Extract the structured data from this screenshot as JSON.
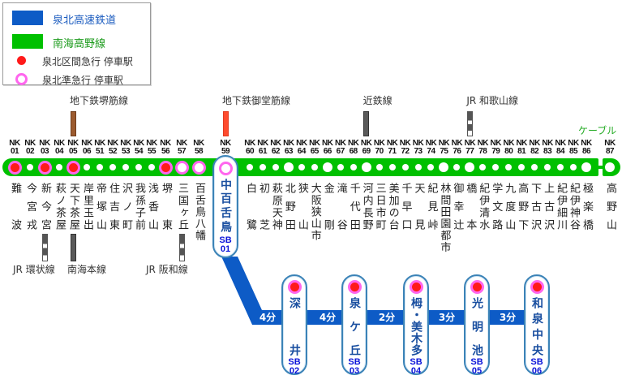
{
  "colors": {
    "semboku_blue": "#0d5bc6",
    "koya_green": "#00c000",
    "legend_blue_text": "#1a5bbf",
    "legend_green_text": "#1a9a1a",
    "cable_text": "#22aa22",
    "stop_red": "#ff1a1a",
    "stop_pink": "#ff66ee"
  },
  "legend": {
    "items": [
      {
        "label": "泉北高速鉄道",
        "icon": "blue-line-swatch"
      },
      {
        "label": "南海高野線",
        "icon": "green-line-swatch"
      },
      {
        "label": "泉北区間急行 停車駅",
        "icon": "red-dot"
      },
      {
        "label": "泉北準急行 停車駅",
        "icon": "pink-ring"
      }
    ]
  },
  "koya_line": {
    "cable_label": "ケーブル",
    "stations": [
      {
        "code_prefix": "NK",
        "code_num": "01",
        "name": "難波",
        "marker": "red-dot-pink-ring"
      },
      {
        "code_prefix": "NK",
        "code_num": "02",
        "name": "今宮戎",
        "marker": "small-white-dot"
      },
      {
        "code_prefix": "NK",
        "code_num": "03",
        "name": "新今宮",
        "marker": "red-dot-pink-ring",
        "transfer_bottom": {
          "label": "JR 環状線",
          "icon": "jr-striped-bar"
        }
      },
      {
        "code_prefix": "NK",
        "code_num": "04",
        "name": "萩ノ茶屋",
        "marker": "small-white-dot"
      },
      {
        "code_prefix": "NK",
        "code_num": "05",
        "name": "天下茶屋",
        "marker": "red-dot-pink-ring",
        "transfer_top": {
          "label": "地下鉄堺筋線",
          "icon": "brown-bar"
        },
        "transfer_bottom": {
          "label": "南海本線",
          "icon": "gray-bar"
        }
      },
      {
        "code_prefix": "NK",
        "code_num": "06",
        "name": "岸里玉出",
        "marker": "small-white-dot"
      },
      {
        "code_prefix": "NK",
        "code_num": "51",
        "name": "帝塚山",
        "marker": "small-white-dot"
      },
      {
        "code_prefix": "NK",
        "code_num": "52",
        "name": "住吉東",
        "marker": "small-white-dot"
      },
      {
        "code_prefix": "NK",
        "code_num": "53",
        "name": "沢ノ町",
        "marker": "small-white-dot"
      },
      {
        "code_prefix": "NK",
        "code_num": "54",
        "name": "我孫子前",
        "marker": "small-white-dot"
      },
      {
        "code_prefix": "NK",
        "code_num": "55",
        "name": "浅香山",
        "marker": "small-white-dot"
      },
      {
        "code_prefix": "NK",
        "code_num": "56",
        "name": "堺東",
        "marker": "red-dot-pink-ring"
      },
      {
        "code_prefix": "NK",
        "code_num": "57",
        "name": "三国ヶ丘",
        "marker": "pink-ring",
        "transfer_bottom": {
          "label": "JR 阪和線",
          "icon": "jr-striped-bar"
        }
      },
      {
        "code_prefix": "NK",
        "code_num": "58",
        "name": "百舌鳥八幡",
        "marker": "pink-ring"
      },
      {
        "code_prefix": "NK",
        "code_num": "59",
        "marker": "pink-ring",
        "transfer_top": {
          "label": "地下鉄御堂筋線",
          "icon": "red-bar"
        }
      },
      {
        "code_prefix": "NK",
        "code_num": "60",
        "name": "白鷺",
        "marker": "small-white-dot"
      },
      {
        "code_prefix": "NK",
        "code_num": "61",
        "name": "初芝",
        "marker": "small-white-dot"
      },
      {
        "code_prefix": "NK",
        "code_num": "62",
        "name": "萩原天神",
        "marker": "small-white-dot"
      },
      {
        "code_prefix": "NK",
        "code_num": "63",
        "name": "北野田",
        "marker": "large-white-dot"
      },
      {
        "code_prefix": "NK",
        "code_num": "64",
        "name": "狭山",
        "marker": "small-white-dot"
      },
      {
        "code_prefix": "NK",
        "code_num": "65",
        "name": "大阪狭山市",
        "marker": "small-white-dot"
      },
      {
        "code_prefix": "NK",
        "code_num": "66",
        "name": "金剛",
        "marker": "large-white-dot"
      },
      {
        "code_prefix": "NK",
        "code_num": "67",
        "name": "滝谷",
        "marker": "small-white-dot"
      },
      {
        "code_prefix": "NK",
        "code_num": "68",
        "name": "千代田",
        "marker": "small-white-dot"
      },
      {
        "code_prefix": "NK",
        "code_num": "69",
        "name": "河内長野",
        "marker": "large-white-dot",
        "transfer_top": {
          "label": "近鉄線",
          "icon": "gray-bar"
        }
      },
      {
        "code_prefix": "NK",
        "code_num": "70",
        "name": "三日市町",
        "marker": "small-white-dot"
      },
      {
        "code_prefix": "NK",
        "code_num": "71",
        "name": "美加の台",
        "marker": "small-white-dot"
      },
      {
        "code_prefix": "NK",
        "code_num": "72",
        "name": "千早口",
        "marker": "small-white-dot"
      },
      {
        "code_prefix": "NK",
        "code_num": "73",
        "name": "天見",
        "marker": "small-white-dot"
      },
      {
        "code_prefix": "NK",
        "code_num": "74",
        "name": "紀見峠",
        "marker": "small-white-dot"
      },
      {
        "code_prefix": "NK",
        "code_num": "75",
        "name": "林間田園都市",
        "marker": "large-white-dot"
      },
      {
        "code_prefix": "NK",
        "code_num": "76",
        "name": "御幸辻",
        "marker": "small-white-dot"
      },
      {
        "code_prefix": "NK",
        "code_num": "77",
        "name": "橋本",
        "marker": "large-white-dot",
        "transfer_top": {
          "label": "JR 和歌山線",
          "icon": "jr-striped-bar"
        }
      },
      {
        "code_prefix": "NK",
        "code_num": "78",
        "name": "紀伊清水",
        "marker": "small-white-dot"
      },
      {
        "code_prefix": "NK",
        "code_num": "79",
        "name": "学文路",
        "marker": "small-white-dot"
      },
      {
        "code_prefix": "NK",
        "code_num": "80",
        "name": "九度山",
        "marker": "small-white-dot"
      },
      {
        "code_prefix": "NK",
        "code_num": "81",
        "name": "高野下",
        "marker": "small-white-dot"
      },
      {
        "code_prefix": "NK",
        "code_num": "82",
        "name": "下古沢",
        "marker": "small-white-dot"
      },
      {
        "code_prefix": "NK",
        "code_num": "83",
        "name": "上古沢",
        "marker": "small-white-dot"
      },
      {
        "code_prefix": "NK",
        "code_num": "84",
        "name": "紀伊細川",
        "marker": "small-white-dot"
      },
      {
        "code_prefix": "NK",
        "code_num": "85",
        "name": "紀伊神谷",
        "marker": "small-white-dot"
      },
      {
        "code_prefix": "NK",
        "code_num": "86",
        "name": "極楽橋",
        "marker": "large-white-dot"
      },
      {
        "code_prefix": "NK",
        "code_num": "87",
        "name": "高野山",
        "marker": "large-white-dot"
      }
    ]
  },
  "semboku_line": {
    "stations": [
      {
        "code_prefix": "SB",
        "code_num": "01",
        "name": "中百舌鳥"
      },
      {
        "code_prefix": "SB",
        "code_num": "02",
        "name": "深井",
        "marker": "red-dot-pink-ring"
      },
      {
        "code_prefix": "SB",
        "code_num": "03",
        "name": "泉ケ丘",
        "marker": "red-dot-pink-ring"
      },
      {
        "code_prefix": "SB",
        "code_num": "04",
        "name": "栂・美木多",
        "marker": "red-dot-pink-ring"
      },
      {
        "code_prefix": "SB",
        "code_num": "05",
        "name": "光明池",
        "marker": "red-dot-pink-ring"
      },
      {
        "code_prefix": "SB",
        "code_num": "06",
        "name": "和泉中央",
        "marker": "red-dot-pink-ring"
      }
    ],
    "travel_times": [
      "4分",
      "4分",
      "2分",
      "3分",
      "3分"
    ]
  }
}
